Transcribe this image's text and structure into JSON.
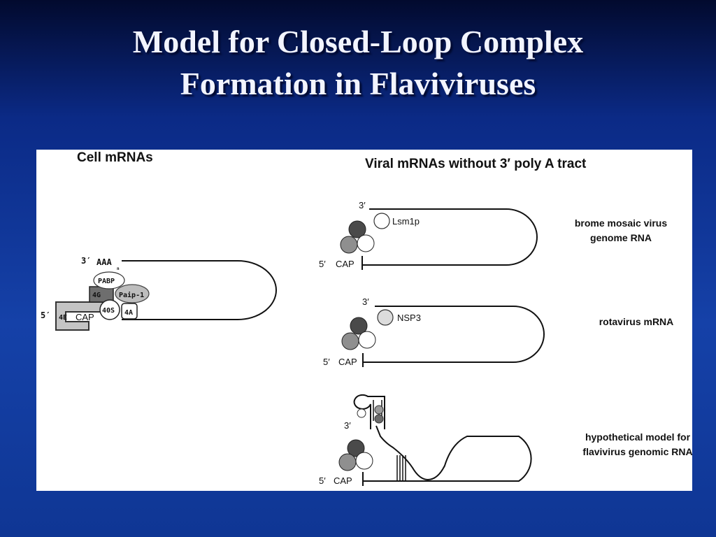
{
  "slide": {
    "title_line1": "Model for Closed-Loop Complex",
    "title_line2": "Formation in Flaviviruses"
  },
  "cell": {
    "heading": "Cell mRNAs",
    "three_prime": "3′",
    "five_prime": "5′",
    "polyA": "AAA",
    "polyA_sub": "n",
    "pabp": "PABP",
    "eif4g": "4G",
    "paip": "Paip-1",
    "eif4e": "4E",
    "cap": "CAP",
    "ribosome": "40S",
    "eif4a": "4A"
  },
  "viral": {
    "heading": "Viral mRNAs without 3′  poly A tract",
    "bmv": {
      "three_prime": "3′",
      "five_prime": "5′",
      "cap": "CAP",
      "protein": "Lsm1p",
      "label_line1": "brome mosaic virus",
      "label_line2": "genome RNA"
    },
    "rota": {
      "three_prime": "3′",
      "five_prime": "5′",
      "cap": "CAP",
      "protein": "NSP3",
      "label": "rotavirus mRNA"
    },
    "flavi": {
      "three_prime": "3′",
      "five_prime": "5′",
      "cap": "CAP",
      "label_line1": "hypothetical model for",
      "label_line2": "flavivirus genomic RNA"
    }
  }
}
